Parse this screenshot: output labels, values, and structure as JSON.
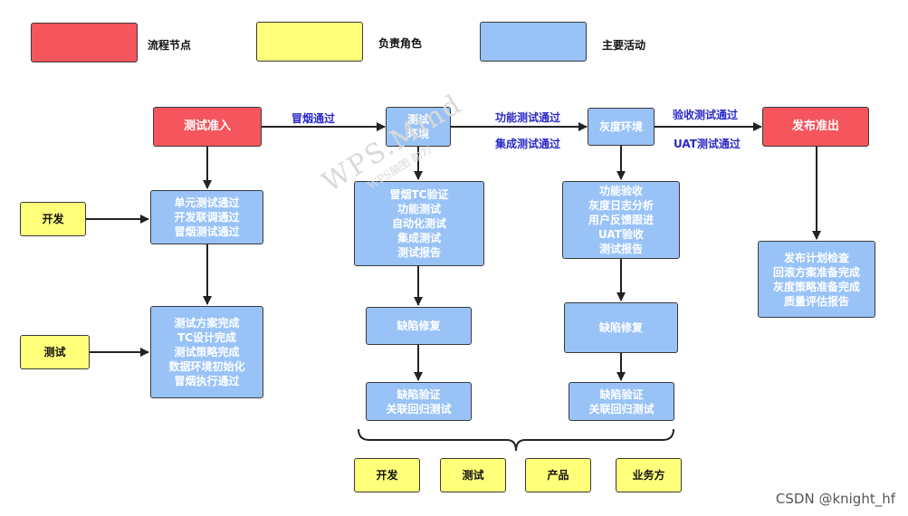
{
  "legend": {
    "flow_node": "流程节点",
    "role": "负责角色",
    "activity": "主要活动"
  },
  "nodes": {
    "test_entry": "测试准入",
    "test_env": "测试\n环境",
    "gray_env": "灰度环境",
    "release": "发布准出",
    "dev_role": "开发",
    "test_role": "测试",
    "dev_activity": "单元测试通过\n开发联调通过\n冒烟测试通过",
    "test_activity": "测试方案完成\nTC设计完成\n测试策略完成\n数据环境初始化\n冒烟执行通过",
    "env_activity": "冒烟TC验证\n功能测试\n自动化测试\n集成测试\n测试报告",
    "env_fix": "缺陷修复",
    "env_verify": "缺陷验证\n关联回归测试",
    "gray_activity": "功能验收\n灰度日志分析\n用户反馈跟进\nUAT验收\n测试报告",
    "gray_fix": "缺陷修复",
    "gray_verify": "缺陷验证\n关联回归测试",
    "release_activity": "发布计划检查\n回滚方案准备完成\n灰度策略准备完成\n质量评估报告",
    "role_dev": "开发",
    "role_test": "测试",
    "role_product": "产品",
    "role_business": "业务方"
  },
  "edges": {
    "smoke_pass": "冒烟通过",
    "func_pass": "功能测试通过",
    "integ_pass": "集成测试通过",
    "accept_pass": "验收测试通过",
    "uat_pass": "UAT测试通过"
  },
  "watermark": {
    "line1": "WPS.Mind",
    "line2": "WPS脑图 助力"
  },
  "credit": "CSDN @knight_hf",
  "colors": {
    "flow_node": "#f5555c",
    "role": "#ffff7a",
    "activity": "#99c3f7",
    "edge_label": "#2a2ac8"
  }
}
